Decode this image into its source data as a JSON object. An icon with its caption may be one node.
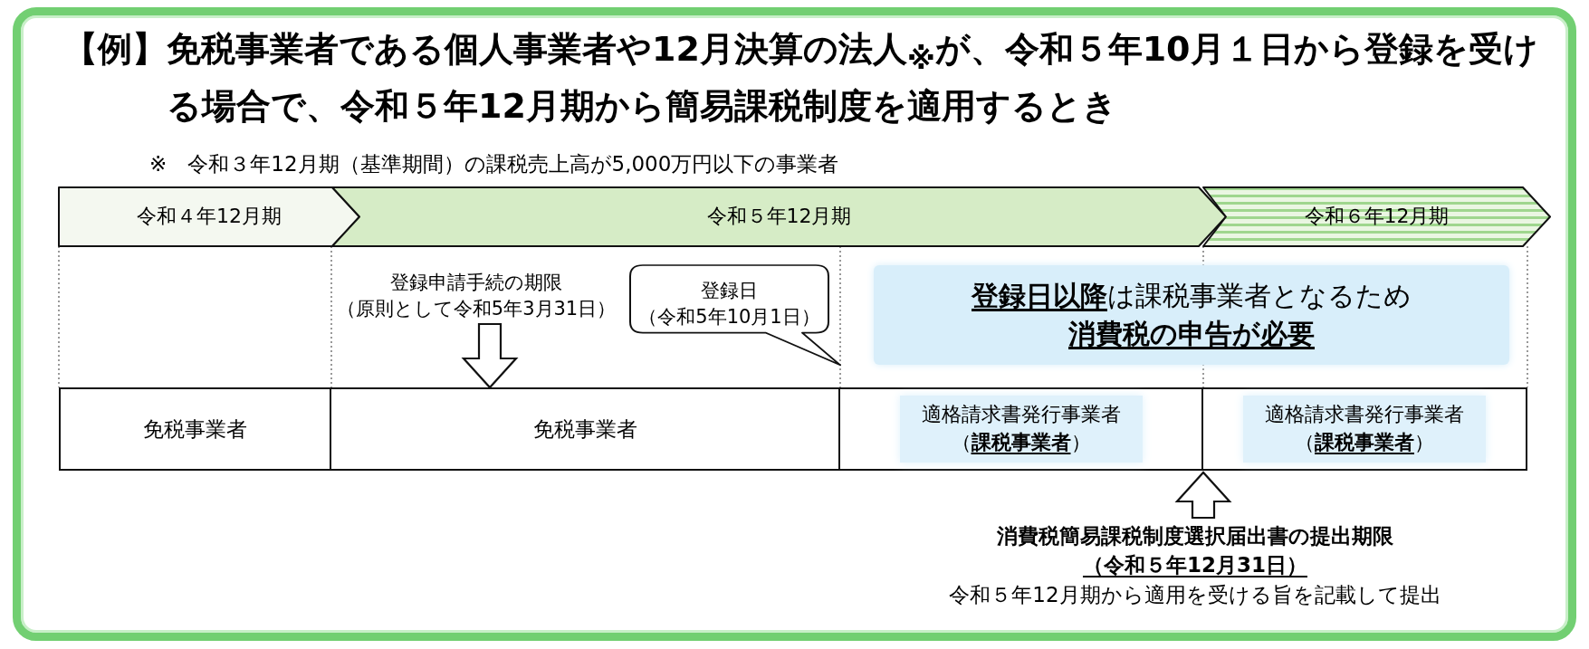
{
  "diagram": {
    "title": "【例】免税事業者である個人事業者や12月決算の法人$_{※}$が、令和５年10月１日から登録を受ける場合で、令和５年12月期から簡易課税制度を適用するとき",
    "nodes": [
      {
        "text": [
          "令和４年12月期"
        ]
      },
      {
        "text": [
          "令和５年12月期"
        ]
      },
      {
        "text": [
          "令和６年12月期"
        ]
      },
      {
        "text": [
          "登録申請手続の期限",
          "（原則として令和5年3月31日）"
        ]
      },
      {
        "text": [
          "登録日",
          "（令和5年10月1日）"
        ]
      },
      {
        "text": [
          "**登録日以降**は課税事業者となるため",
          "消費税の申告が必要"
        ]
      },
      {
        "text": [
          "免税事業者"
        ]
      },
      {
        "text": [
          "免税事業者"
        ]
      },
      {
        "text": [
          "適格請求書発行事業者",
          "（**課税事業者**）"
        ]
      },
      {
        "text": [
          "適格請求書発行事業者",
          "（**課税事業者**）"
        ]
      },
      {
        "text": [
          "消費税簡易課税制度選択届出書の提出期限",
          "（令和５年12月31日）",
          "令和５年12月期から適用を受ける旨を記載して提出"
        ]
      }
    ],
    "edges": [
      {
        "from": 3,
        "to": 7,
        "arrow": "to"
      },
      {
        "from": 10,
        "to": null,
        "arrow": "to"
      }
    ],
    "labels": [
      "※　令和３年12月期（基準期間）の課税売上高が5,000万円以下の事業者"
    ]
  }
}
